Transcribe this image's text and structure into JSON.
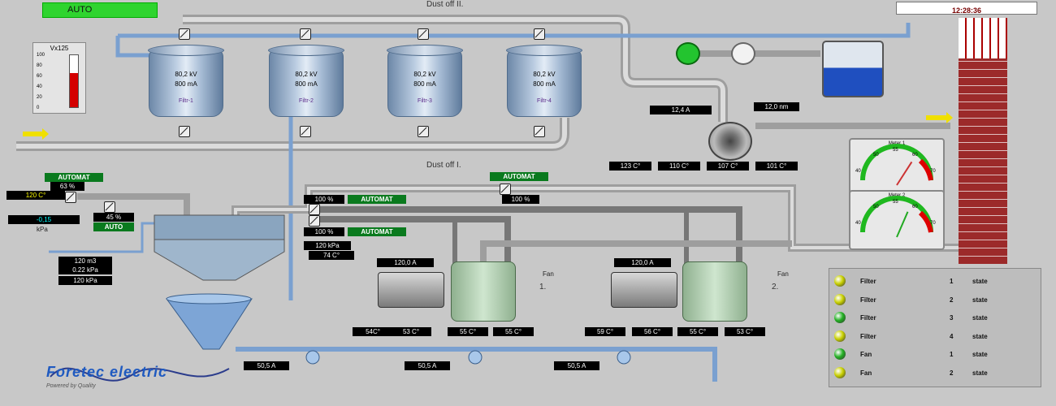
{
  "mode": {
    "label": "AUTO"
  },
  "clock": {
    "time": "12:28:36"
  },
  "dust_labels": {
    "top": "Dust off II.",
    "mid": "Dust off I."
  },
  "gauge": {
    "title": "Vx125",
    "ticks": [
      "100",
      "80",
      "60",
      "40",
      "20",
      "0"
    ],
    "level_percent": 66,
    "fill_color": "#d40000"
  },
  "filters": [
    {
      "kv": "80,2 kV",
      "ma": "800 mA",
      "name": "Filtr-1"
    },
    {
      "kv": "80,2 kV",
      "ma": "800 mA",
      "name": "Filtr-2"
    },
    {
      "kv": "80,2 kV",
      "ma": "800 mA",
      "name": "Filtr-3"
    },
    {
      "kv": "80,2 kV",
      "ma": "800 mA",
      "name": "Filtr-4"
    }
  ],
  "readouts": {
    "blower_current": "12,4 A",
    "tank_level": "12,0 nm",
    "temps_top": [
      "123 C°",
      "110 C°",
      "107 C°",
      "101 C°"
    ],
    "left_temp": "120 C°",
    "left_pressure": "-0,15",
    "left_pressure_unit": "kPa",
    "left_automat": "AUTOMAT",
    "left_pct": "63 %",
    "valve_pct": "45 %",
    "valve_mode": "AUTO",
    "mid_automat": "AUTOMAT",
    "mid_pct": "100 %",
    "v1_pct": "100 %",
    "v1_mode": "AUTOMAT",
    "v2_pct": "100 %",
    "v2_mode": "AUTOMAT",
    "tank_pressure": "120 kPa",
    "tank_temp": "74 C°",
    "flow_m3": "120 m3",
    "flow_kpa": "0.22 kPa",
    "flow_kpa2": "120 kPa",
    "motor1_current": "120,0 A",
    "motor2_current": "120,0 A",
    "motor1_temps": [
      "54C°",
      "53 C°",
      "55 C°",
      "55 C°"
    ],
    "motor2_temps": [
      "59 C°",
      "56 C°",
      "55 C°",
      "53 C°"
    ],
    "pump_currents": [
      "50,5 A",
      "50,5 A",
      "50,5 A"
    ]
  },
  "fans": [
    {
      "label": "Fan",
      "number": "1."
    },
    {
      "label": "Fan",
      "number": "2."
    }
  ],
  "meters": [
    {
      "title": "Meter 1",
      "ticks": [
        "40",
        "50",
        "55",
        "60",
        "70"
      ],
      "needle_value": 62
    },
    {
      "title": "Meter 2",
      "ticks": [
        "40",
        "50",
        "55",
        "60",
        "70"
      ],
      "needle_value": 60
    }
  ],
  "status": [
    {
      "name": "Filter",
      "num": "1",
      "state": "state",
      "lamp": "#c8d000"
    },
    {
      "name": "Filter",
      "num": "2",
      "state": "state",
      "lamp": "#c8d000"
    },
    {
      "name": "Filter",
      "num": "3",
      "state": "state",
      "lamp": "#23b023"
    },
    {
      "name": "Filter",
      "num": "4",
      "state": "state",
      "lamp": "#c8d000"
    },
    {
      "name": "Fan",
      "num": "1",
      "state": "state",
      "lamp": "#23b023"
    },
    {
      "name": "Fan",
      "num": "2",
      "state": "state",
      "lamp": "#c8d000"
    }
  ],
  "logo": {
    "text": "Foretec electric",
    "tagline": "Powered by Quality"
  }
}
